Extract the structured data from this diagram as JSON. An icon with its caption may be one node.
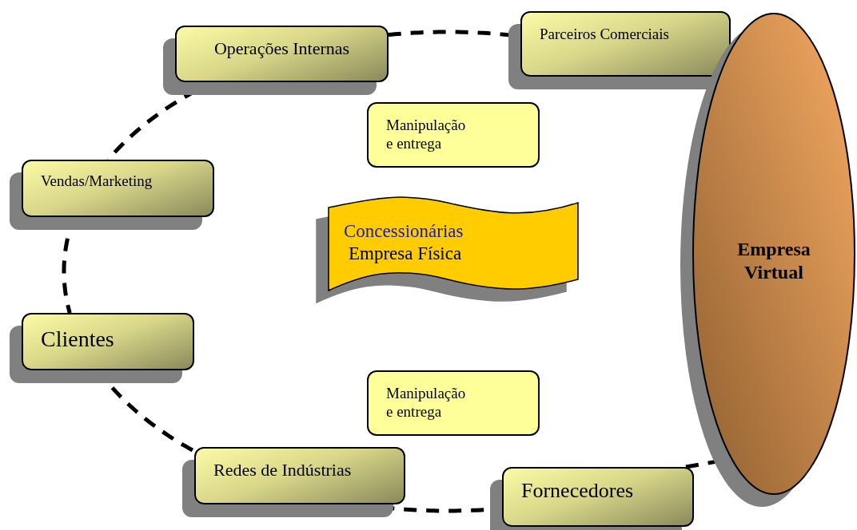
{
  "diagram": {
    "nodes": [
      {
        "text": [
          "Operações Internas"
        ]
      },
      {
        "text": [
          "Parceiros Comerciais"
        ]
      },
      {
        "text": [
          "Manipulação e entrega"
        ]
      },
      {
        "text": [
          "Vendas/Marketing"
        ]
      },
      {
        "text": [
          "Concessionárias",
          "Empresa Física"
        ]
      },
      {
        "text": [
          "Empresa Virtual"
        ]
      },
      {
        "text": [
          "Clientes"
        ]
      },
      {
        "text": [
          "Manipulação e entrega"
        ]
      },
      {
        "text": [
          "Redes de Indústrias"
        ]
      },
      {
        "text": [
          "Fornecedores"
        ]
      }
    ],
    "edges": [
      {
        "from": 0,
        "to": 1,
        "arrow": "none",
        "style": "dashed"
      },
      {
        "from": 0,
        "to": 3,
        "arrow": "none",
        "style": "dashed"
      },
      {
        "from": 3,
        "to": 6,
        "arrow": "none",
        "style": "dashed"
      },
      {
        "from": 6,
        "to": 8,
        "arrow": "none",
        "style": "dashed"
      },
      {
        "from": 8,
        "to": 9,
        "arrow": "none",
        "style": "dashed"
      },
      {
        "from": 9,
        "to": 5,
        "arrow": "none",
        "style": "dashed"
      }
    ]
  }
}
